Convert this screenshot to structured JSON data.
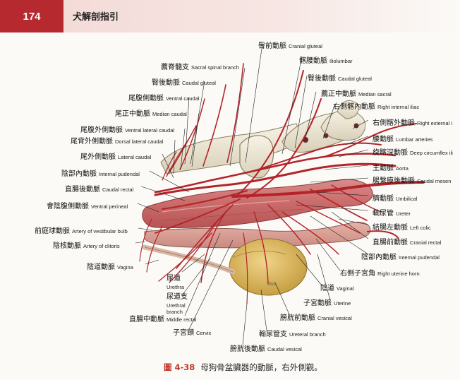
{
  "header": {
    "page_number": "174",
    "book_title": "犬解剖指引"
  },
  "figure": {
    "labels": {
      "cranial_gluteal": {
        "zh": "臀前動脈",
        "en": "Cranial gluteal"
      },
      "sacral_spinal_branch": {
        "zh": "薦脊髓支",
        "en": "Sacral spinal branch"
      },
      "iliolumbar": {
        "zh": "髂腰動脈",
        "en": "Iliolumbar"
      },
      "caudal_gluteal_left": {
        "zh": "臀後動脈",
        "en": "Caudal gluteal"
      },
      "caudal_gluteal_right": {
        "zh": "臀後動脈",
        "en": "Caudal gluteal"
      },
      "ventral_caudal": {
        "zh": "尾腹側動脈",
        "en": "Ventral caudal"
      },
      "median_sacral": {
        "zh": "薦正中動脈",
        "en": "Median sacral"
      },
      "right_internal_iliac": {
        "zh": "右側髂內動脈",
        "en": "Right internal iliac"
      },
      "median_caudal": {
        "zh": "尾正中動脈",
        "en": "Median caudal"
      },
      "right_external_iliac": {
        "zh": "右側髂外動脈",
        "en": "Right external i"
      },
      "ventral_lateral_caudal": {
        "zh": "尾腹外側動脈",
        "en": "Ventral lateral caudal"
      },
      "dorsal_lateral_caudal": {
        "zh": "尾背外側動脈",
        "en": "Dorsal lateral caudal"
      },
      "lumbar_arteries": {
        "zh": "腰動脈",
        "en": "Lumbar arteries"
      },
      "deep_circumflex_iliac": {
        "zh": "旋髂深動脈",
        "en": "Deep circumflex ili"
      },
      "lateral_caudal": {
        "zh": "尾外側動脈",
        "en": "Lateral caudal"
      },
      "aorta": {
        "zh": "主動脈",
        "en": "Aorta"
      },
      "internal_pudendal_left": {
        "zh": "陰部內動脈",
        "en": "Internal pudendal"
      },
      "caudal_mesenteric": {
        "zh": "腸繫膜後動脈",
        "en": "Caudal mesen"
      },
      "caudal_rectal_left": {
        "zh": "直腸後動脈",
        "en": "Caudal rectal"
      },
      "umbilical": {
        "zh": "臍動脈",
        "en": "Umbilical"
      },
      "ventral_perineal": {
        "zh": "會陰腹側動脈",
        "en": "Ventral perineal"
      },
      "ureter": {
        "zh": "輸尿管",
        "en": "Ureter"
      },
      "artery_vestibular_bulb": {
        "zh": "前庭球動脈",
        "en": "Artery of vestibular bulb"
      },
      "left_colic": {
        "zh": "結腸左動脈",
        "en": "Left colic"
      },
      "artery_clitoris": {
        "zh": "陰核動脈",
        "en": "Artery of clitoris"
      },
      "cranial_rectal": {
        "zh": "直腸前動脈",
        "en": "Cranial rectal"
      },
      "internal_pudendal_right": {
        "zh": "陰部內動脈",
        "en": "Internal pudendal"
      },
      "vaginal_left": {
        "zh": "陰道動脈",
        "en": "Vagina"
      },
      "right_uterine_horn": {
        "zh": "右側子宮角",
        "en": "Right uterine horn"
      },
      "urethra": {
        "zh": "尿道",
        "en": "Urethra"
      },
      "vaginal_right": {
        "zh": "陰道",
        "en": "Vaginal"
      },
      "urethral_branch": {
        "zh": "尿道支",
        "en1": "Urethral",
        "en2": "branch"
      },
      "uterine": {
        "zh": "子宮動脈",
        "en": "Uterine"
      },
      "middle_rectal": {
        "zh": "直腸中動脈",
        "en": "Middle rectal"
      },
      "cranial_vesical": {
        "zh": "膀胱前動脈",
        "en": "Cranial vesical"
      },
      "cervix": {
        "zh": "子宮頸",
        "en": "Cervix"
      },
      "ureteral_branch": {
        "zh": "輸尿管支",
        "en": "Ureteral branch"
      },
      "caudal_vesical": {
        "zh": "膀胱後動脈",
        "en": "Caudal vesical"
      }
    },
    "signature": "MsL"
  },
  "caption": {
    "number": "圖 4-38",
    "text": "母狗骨盆臟器的動脈，右外側觀。"
  },
  "colors": {
    "header_red": "#b62a2f",
    "artery_red": "#b3242a",
    "bone": "#efe9d6",
    "bladder": "#d9b862"
  }
}
